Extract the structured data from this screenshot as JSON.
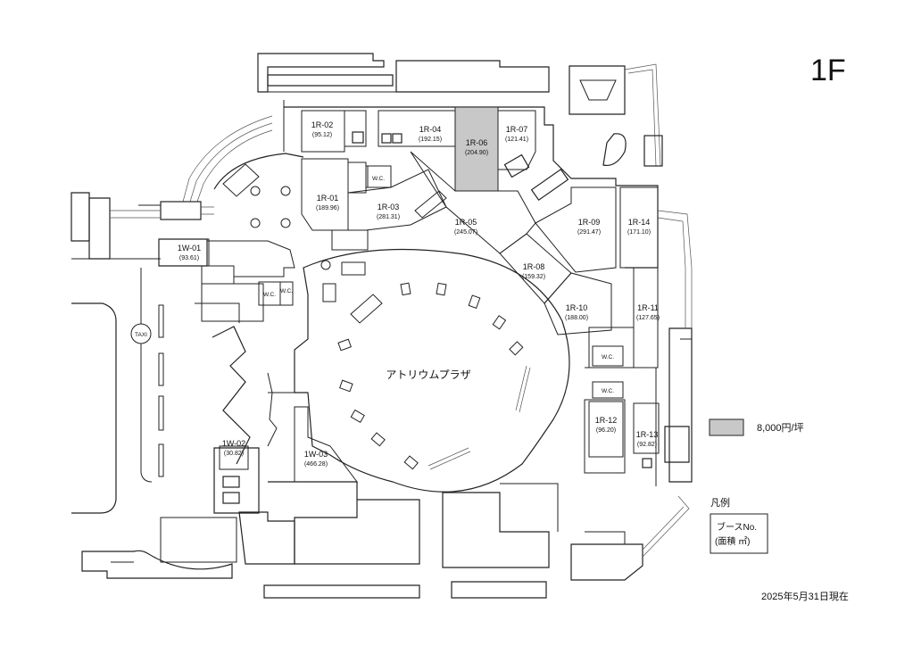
{
  "floor_label": "1F",
  "plaza_label": "アトリウムプラザ",
  "taxi_label": "TAXI",
  "wc_label": "W.C.",
  "booths": [
    {
      "id": "1R-01",
      "area": "(189.96)"
    },
    {
      "id": "1R-02",
      "area": "(95.12)"
    },
    {
      "id": "1R-03",
      "area": "(281.31)"
    },
    {
      "id": "1R-04",
      "area": "(192.15)"
    },
    {
      "id": "1R-05",
      "area": "(245.07)"
    },
    {
      "id": "1R-06",
      "area": "(204.90)",
      "highlight": true
    },
    {
      "id": "1R-07",
      "area": "(121.41)"
    },
    {
      "id": "1R-08",
      "area": "(159.32)"
    },
    {
      "id": "1R-09",
      "area": "(291.47)"
    },
    {
      "id": "1R-10",
      "area": "(188.00)"
    },
    {
      "id": "1R-11",
      "area": "(127.65)"
    },
    {
      "id": "1R-12",
      "area": "(96.20)"
    },
    {
      "id": "1R-13",
      "area": "(92.82)"
    },
    {
      "id": "1R-14",
      "area": "(171.10)"
    },
    {
      "id": "1W-01",
      "area": "(93.61)"
    },
    {
      "id": "1W-02",
      "area": "(30.82)"
    },
    {
      "id": "1W-03",
      "area": "(466.28)"
    }
  ],
  "legend": {
    "price_label": "8,000円/坪",
    "price_color": "#c8c8c8",
    "title": "凡例",
    "sample_line1": "ブースNo.",
    "sample_line2": "(面積 ㎡)"
  },
  "date_note": "2025年5月31日現在"
}
